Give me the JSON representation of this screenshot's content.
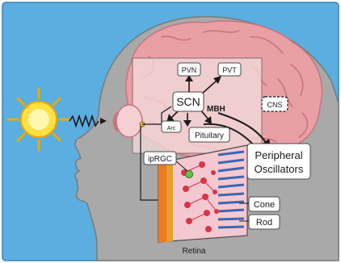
{
  "labels": {
    "scn": "SCN",
    "pvn": "PVN",
    "pvt": "PVT",
    "arc": "Arc",
    "pituitary": "Pituitary",
    "mbh": "MBH",
    "cns": "CNS",
    "peripheral_line1": "Peripheral",
    "peripheral_line2": "Oscillators",
    "iprgc": "ipRGC",
    "cone": "Cone",
    "rod": "Rod",
    "retina": "Retina"
  },
  "colors": {
    "sky": "#5aaee0",
    "head": "#a9a9a9",
    "brain": "#e8a0a6",
    "brain_fold": "#c9737d",
    "sun": "#ffe040",
    "sun_ray": "#f0a800",
    "retina_orange": "#f07a20",
    "photoreceptor_blue": "#3f66b0",
    "cell_red": "#d8354a",
    "iprgc_green": "#6cc04a"
  },
  "icons": [
    "sun-icon",
    "light-wave-icon",
    "eye-icon"
  ]
}
